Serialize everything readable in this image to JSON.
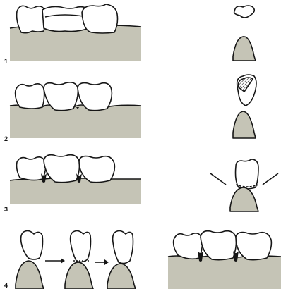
{
  "figure": {
    "panel_numbers": [
      "1",
      "2",
      "3",
      "4"
    ],
    "colors": {
      "gingiva": "#c5c4b6",
      "line": "#161616",
      "background": "#ffffff"
    },
    "icons": [
      "arrow-right-icon",
      "arrow-right-icon"
    ]
  }
}
